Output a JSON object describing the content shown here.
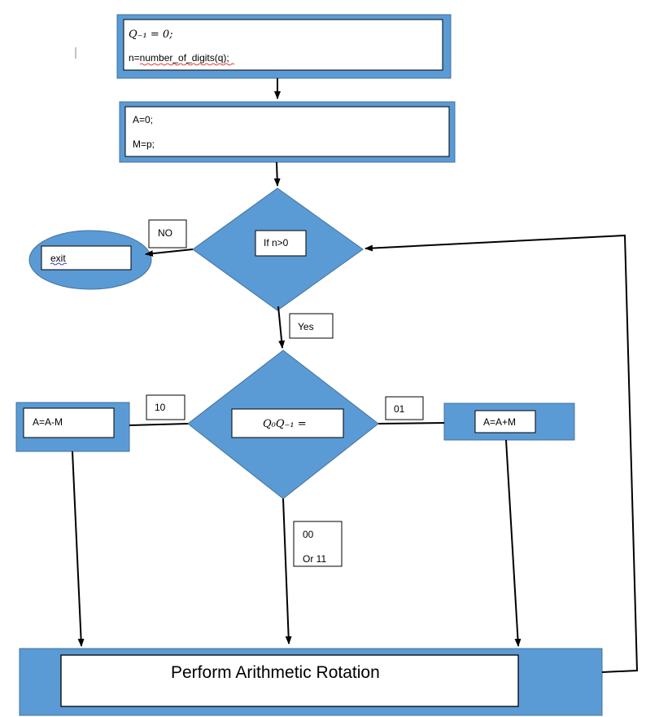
{
  "init_block": {
    "line1": "Q₋₁ = 0;",
    "line2": "n=number_of_digits(q);"
  },
  "assign_block": {
    "line1": "A=0;",
    "line2": "M=p;"
  },
  "loop_decision": {
    "label": "If n>0",
    "no_label": "NO",
    "yes_label": "Yes"
  },
  "exit_node": {
    "label": "exit"
  },
  "bit_decision": {
    "label": "Q₀Q₋₁ =",
    "left_label": "10",
    "right_label": "01",
    "down_label_line1": "00",
    "down_label_line2": "Or 11"
  },
  "subtract_block": {
    "label": "A=A-M"
  },
  "add_block": {
    "label": "A=A+M"
  },
  "rotation_block": {
    "label": "Perform Arithmetic Rotation"
  },
  "colors": {
    "shape_fill": "#5b9bd5",
    "shape_border": "#41719c",
    "text_box": "#ffffff",
    "line": "#000000"
  }
}
